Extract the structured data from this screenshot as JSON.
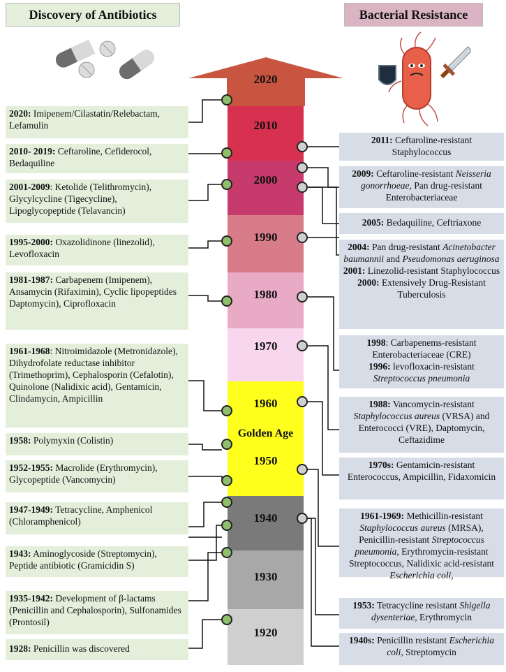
{
  "headers": {
    "left": "Discovery of Antibiotics",
    "right": "Bacterial Resistance"
  },
  "golden_age": "Golden Age",
  "decades": [
    "2020",
    "2010",
    "2000",
    "1990",
    "1980",
    "1970",
    "1960",
    "1950",
    "1940",
    "1930",
    "1920"
  ],
  "colors": {
    "arrow": "#c8553f",
    "seg2010": "#d8304f",
    "seg2000": "#c73a6c",
    "seg1990": "#d77c88",
    "seg1980": "#e9aac5",
    "seg1970": "#f7d6ee",
    "seg1960": "#ffff1e",
    "seg1940": "#7a7a7a",
    "seg1930": "#a8a8a8",
    "seg1920": "#cfcfcf",
    "left_box": "#e3eedb",
    "right_box": "#d7dde7",
    "green_dot": "#8fbf6a",
    "gray_dot": "#d0d0d0"
  },
  "left_events": [
    {
      "year": "2020:",
      "text": " Imipenem/Cilastatin/Relebactam, Lefamulin"
    },
    {
      "year": "2010- 2019:",
      "text": " Ceftaroline, Cefiderocol, Bedaquiline"
    },
    {
      "year": "2001-2009",
      "text": ": Ketolide (Telithromycin), Glycylcycline (Tigecycline), Lipoglycopeptide (Telavancin)"
    },
    {
      "year": "1995-2000:",
      "text": " Oxazolidinone (linezolid), Levofloxacin"
    },
    {
      "year": "1981-1987:",
      "text": " Carbapenem (Imipenem), Ansamycin (Rifaximin), Cyclic lipopeptides Daptomycin), Ciprofloxacin"
    },
    {
      "year": "1961-1968",
      "text": ": Nitroimidazole (Metronidazole), Dihydrofolate reductase inhibitor (Trimethoprim), Cephalosporin (Cefalotin), Quinolone (Nalidixic acid), Gentamicin, Clindamycin, Ampicillin"
    },
    {
      "year": "1958:",
      "text": " Polymyxin (Colistin)"
    },
    {
      "year": "1952-1955:",
      "text": " Macrolide (Erythromycin), Glycopeptide (Vancomycin)"
    },
    {
      "year": "1947-1949:",
      "text": " Tetracycline, Amphenicol (Chloramphenicol)"
    },
    {
      "year": "1943:",
      "text": " Aminoglycoside (Streptomycin), Peptide antibiotic (Gramicidin S)"
    },
    {
      "year": "1935-1942:",
      "text": " Development of β-lactams (Penicillin and Cephalosporin), Sulfonamides (Prontosil)"
    },
    {
      "year": "1928:",
      "text": " Penicillin was discovered"
    }
  ],
  "right_events": [
    {
      "year": "2011:",
      "p1": " Ceftaroline-resistant Staphylococcus"
    },
    {
      "year": "2009:",
      "p1": " Ceftaroline-resistant ",
      "i1": "Neisseria gonorrhoeae,",
      "p2": " Pan drug-resistant Enterobacteriaceae"
    },
    {
      "year": "2005:",
      "p1": " Bedaquiline, Ceftriaxone"
    },
    {
      "year": "2004:",
      "p1": " Pan drug-resistant ",
      "i1": "Acinetobacter baumannii",
      "p2": " and ",
      "i2": "Pseudomonas aeruginosa"
    },
    {
      "year": "2001:",
      "p1": " Linezolid-resistant Staphylococcus"
    },
    {
      "year": "2000:",
      "p1": " Extensively Drug-Resistant Tuberculosis"
    },
    {
      "year": "1998",
      "p1": ": Carbapenems-resistant Enterobacteriaceae (CRE)"
    },
    {
      "year": "1996:",
      "p1": " levofloxacin-resistant ",
      "i1": "Streptococcus pneumonia"
    },
    {
      "year": "1988:",
      "p1": " Vancomycin-resistant ",
      "i1": "Staphylococcus aureus",
      "p2": " (VRSA) and Enterococci (VRE), Daptomycin, Ceftazidime"
    },
    {
      "year": "1970s:",
      "p1": " Gentamicin-resistant Enterococcus, Ampicillin, Fidaxomicin"
    },
    {
      "year": "1961-1969:",
      "p1": " Methicillin-resistant ",
      "i1": "Staphylococcus aureus",
      "p2": " (MRSA), Penicillin-resistant ",
      "i2": "Streptococcus pneumonia,",
      "p3": " Erythromycin-resistant Streptococcus, Nalidixic acid-resistant ",
      "i3": "Escherichia coli,"
    },
    {
      "year": "1953:",
      "p1": " Tetracycline resistant ",
      "i1": "Shigella dysenteriae,",
      "p2": " Erythromycin"
    },
    {
      "year": "1940s:",
      "p1": " Penicillin resistant ",
      "i1": "Escherichia coli,",
      "p2": " Streptomycin"
    }
  ]
}
